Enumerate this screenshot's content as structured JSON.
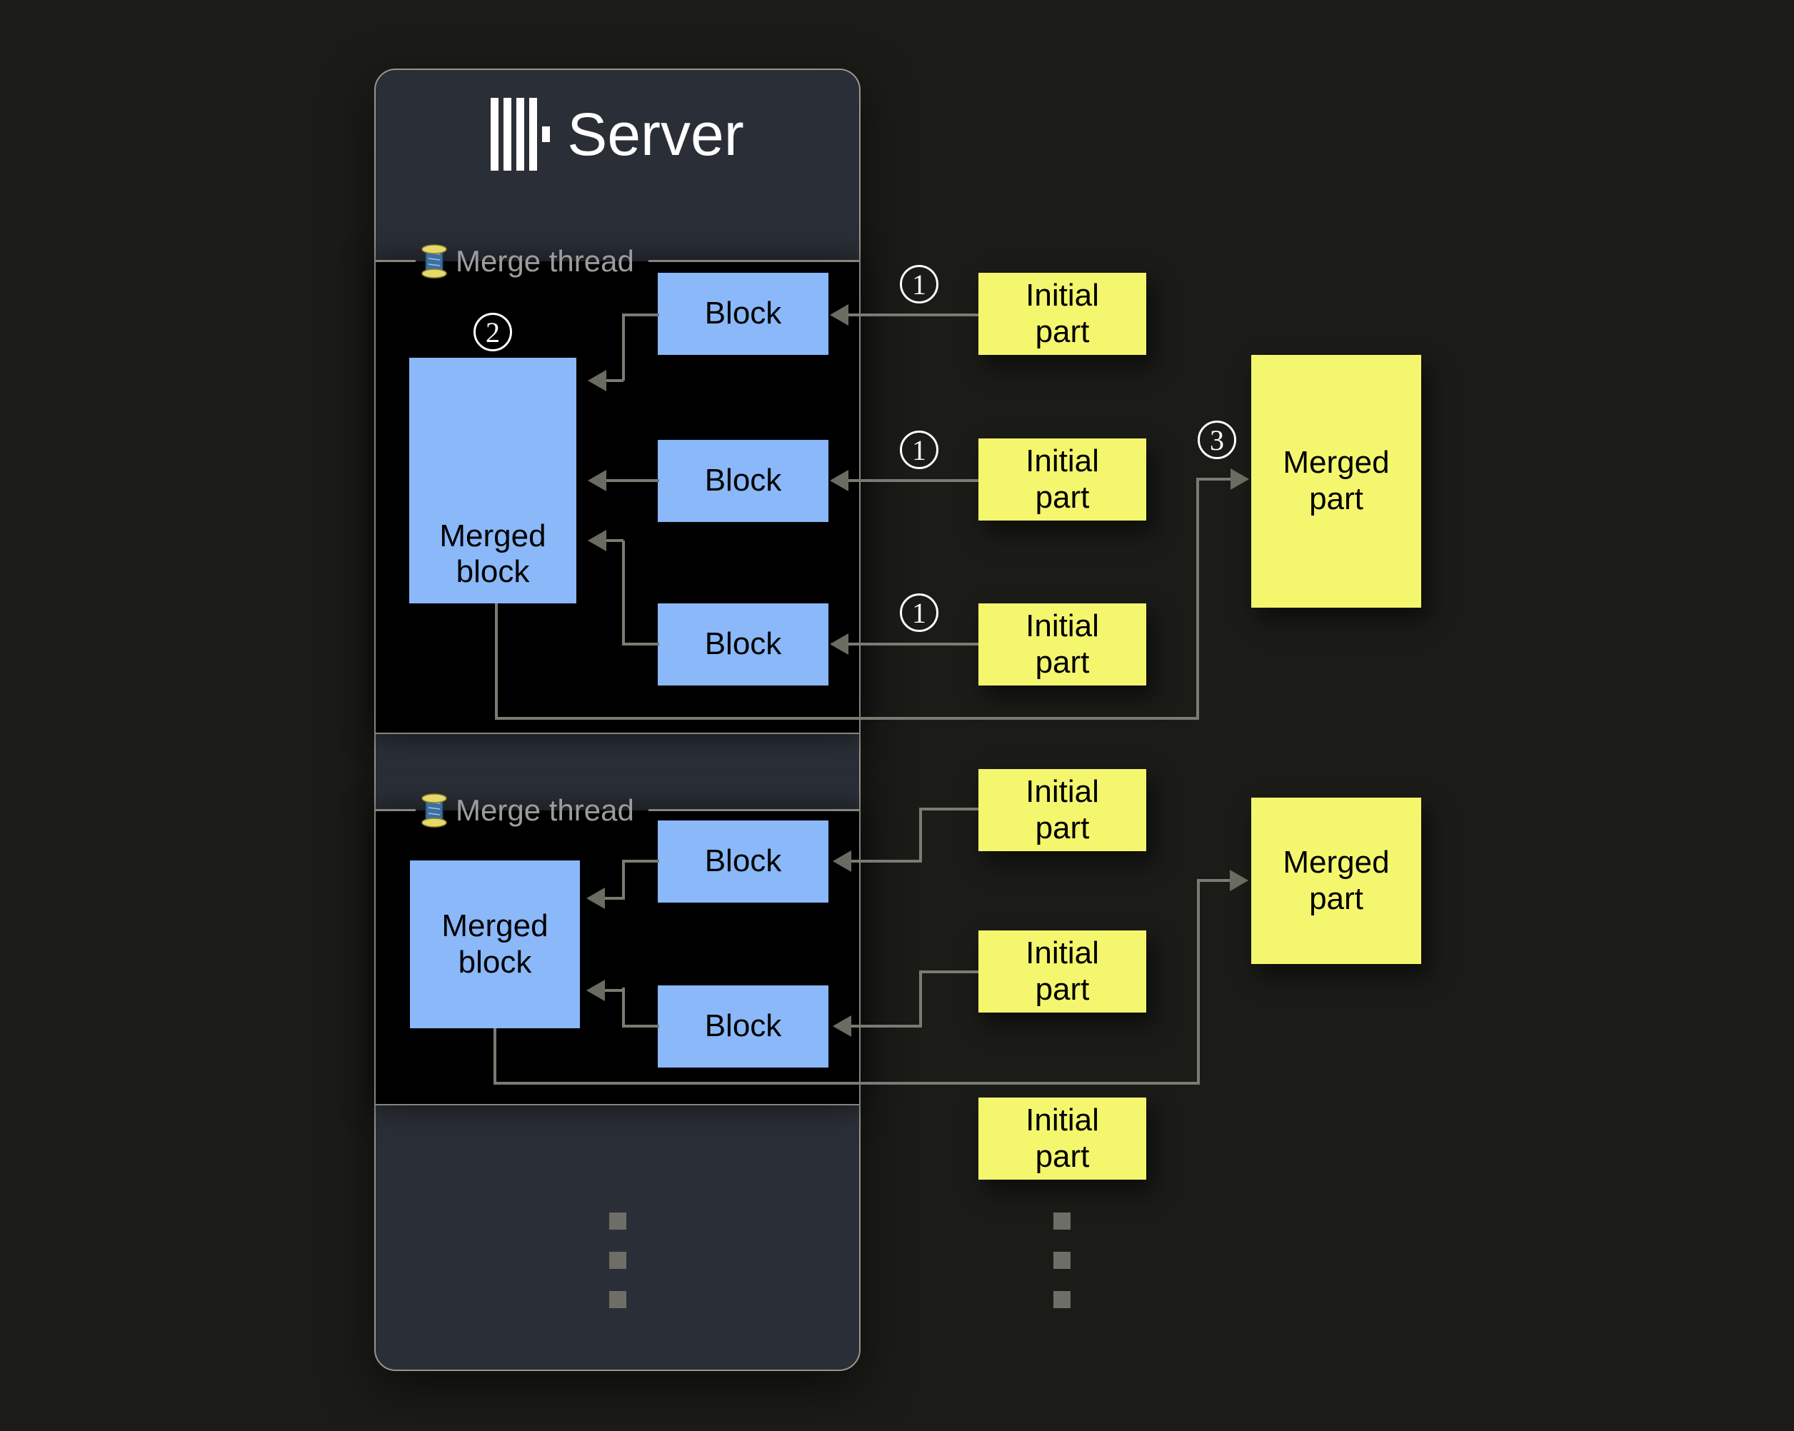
{
  "server": {
    "title": "Server",
    "logo": "clickhouse-logo"
  },
  "threads": [
    {
      "label": "Merge thread",
      "merged_block": "Merged block",
      "blocks": [
        "Block",
        "Block",
        "Block"
      ]
    },
    {
      "label": "Merge thread",
      "merged_block": "Merged block",
      "blocks": [
        "Block",
        "Block"
      ]
    }
  ],
  "parts": {
    "initial": [
      "Initial part",
      "Initial part",
      "Initial part",
      "Initial part",
      "Initial part",
      "Initial part"
    ],
    "merged": [
      "Merged part",
      "Merged part"
    ]
  },
  "steps": {
    "insert": "1",
    "merge": "2",
    "output": "3"
  },
  "colors": {
    "background": "#1b1b18",
    "panel": "#2a2e36",
    "panel_border": "#96968a",
    "section": "#000000",
    "block_blue": "#8ab8f8",
    "part_yellow": "#f4f66d",
    "arrow_gray": "#7b7b72",
    "text_white": "#ffffff",
    "legend_gray": "#9c9c9c"
  }
}
